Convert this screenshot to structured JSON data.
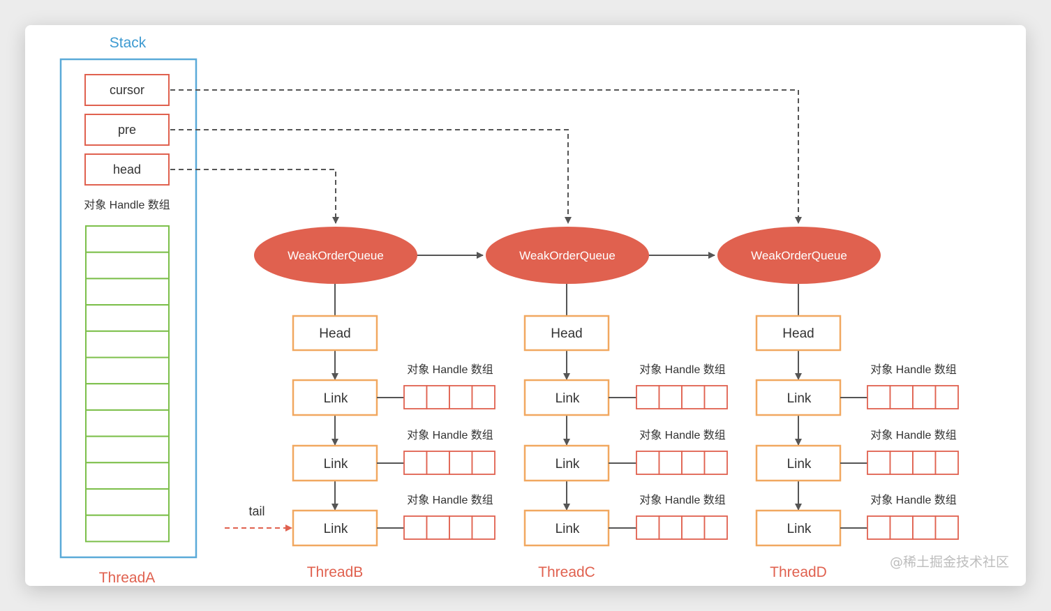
{
  "stack": {
    "title": "Stack",
    "fields": [
      "cursor",
      "pre",
      "head"
    ],
    "array_label": "对象 Handle 数组",
    "thread_label": "ThreadA",
    "array_slots": 12
  },
  "queues": [
    {
      "label": "WeakOrderQueue",
      "head_label": "Head",
      "links": [
        {
          "label": "Link",
          "array_label": "对象 Handle 数组"
        },
        {
          "label": "Link",
          "array_label": "对象 Handle 数组"
        },
        {
          "label": "Link",
          "array_label": "对象 Handle 数组"
        }
      ],
      "thread_label": "ThreadB"
    },
    {
      "label": "WeakOrderQueue",
      "head_label": "Head",
      "links": [
        {
          "label": "Link",
          "array_label": "对象 Handle 数组"
        },
        {
          "label": "Link",
          "array_label": "对象 Handle 数组"
        },
        {
          "label": "Link",
          "array_label": "对象 Handle 数组"
        }
      ],
      "thread_label": "ThreadC"
    },
    {
      "label": "WeakOrderQueue",
      "head_label": "Head",
      "links": [
        {
          "label": "Link",
          "array_label": "对象 Handle 数组"
        },
        {
          "label": "Link",
          "array_label": "对象 Handle 数组"
        },
        {
          "label": "Link",
          "array_label": "对象 Handle 数组"
        }
      ],
      "thread_label": "ThreadD"
    }
  ],
  "handle_array_cells": 4,
  "tail_label": "tail",
  "watermark": "@稀土掘金技术社区",
  "colors": {
    "queue_fill": "#e0614f",
    "node_border": "#f1a860",
    "stack_border": "#5aaad8",
    "stack_slot_border": "#7cbf4a",
    "thread_label": "#e0614f",
    "stack_title": "#3d9ad1"
  }
}
